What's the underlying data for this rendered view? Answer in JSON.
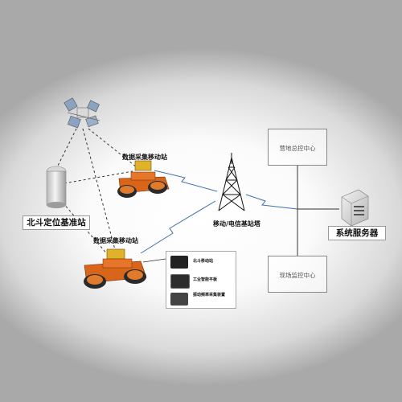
{
  "labels": {
    "beidou_base": "北斗定位基准站",
    "mobile_station_top": "数据采集移动站",
    "mobile_station_bottom": "数据采集移动站",
    "tower": "移动/电信基站塔",
    "camp_center": "营地总控中心",
    "site_center": "现场监控中心",
    "server": "系统服务器"
  },
  "device_panel": {
    "items": [
      {
        "label": "北斗移动站"
      },
      {
        "label": "工业智能平板"
      },
      {
        "label": "振动频率采集装置"
      }
    ]
  }
}
